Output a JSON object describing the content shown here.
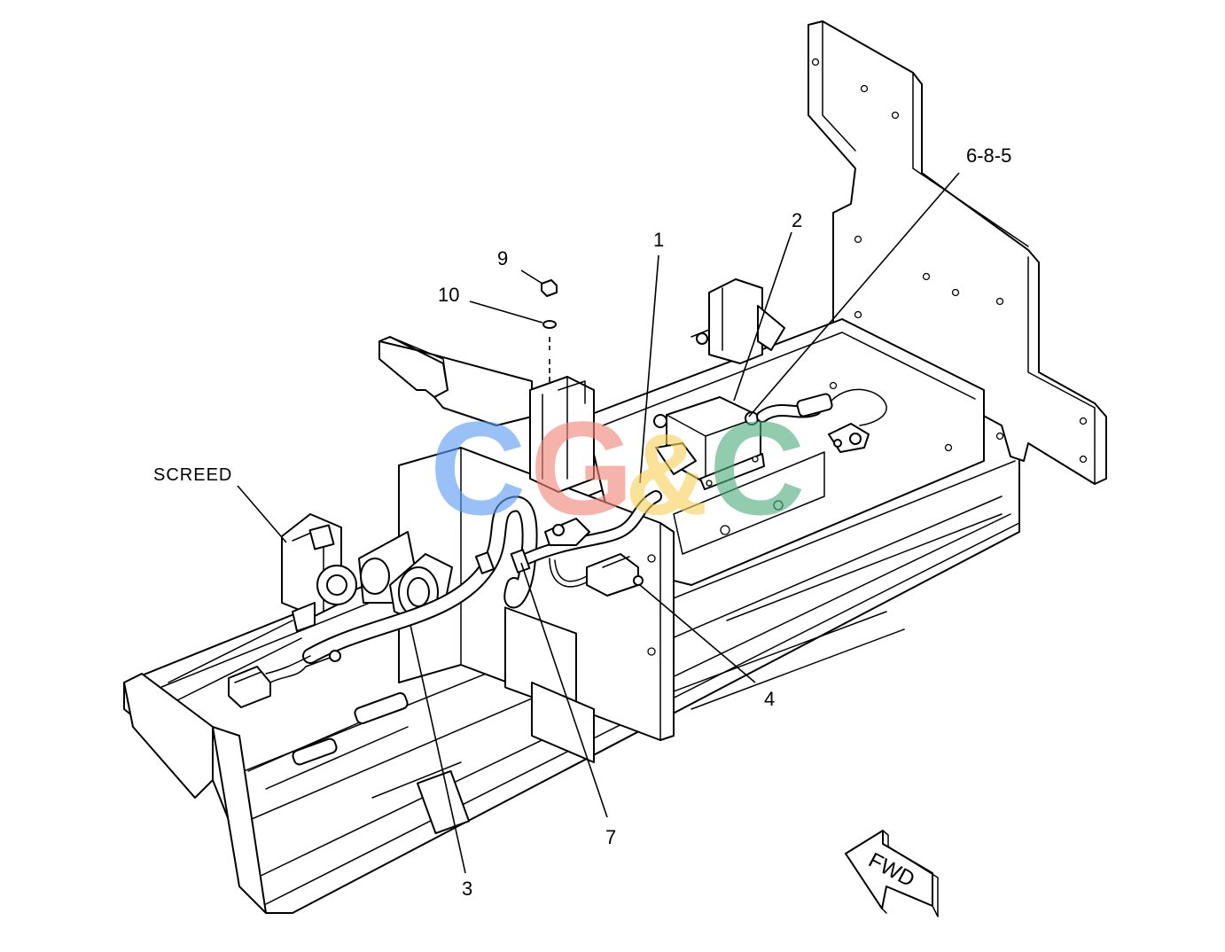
{
  "callouts": {
    "c1": "1",
    "c2": "2",
    "c3": "3",
    "c4": "4",
    "c685": "6-8-5",
    "c7": "7",
    "c9": "9",
    "c10": "10"
  },
  "labels": {
    "screed": "SCREED",
    "fwd": "FWD"
  },
  "watermark": {
    "letters": [
      "C",
      "G",
      "&",
      "C"
    ],
    "colors": [
      "#5b9cf5",
      "#f2857a",
      "#f7d35c",
      "#4fae7f"
    ]
  }
}
